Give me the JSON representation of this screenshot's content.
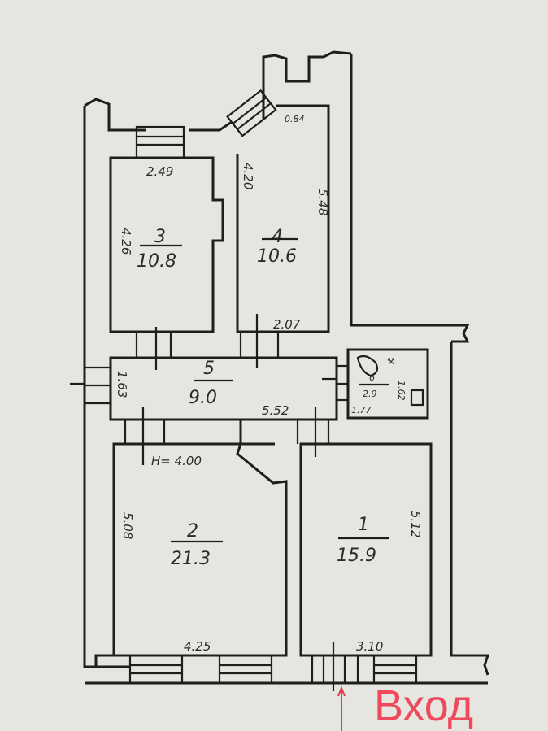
{
  "plan": {
    "ceiling_height": "H= 4.00",
    "rooms": [
      {
        "id": "1",
        "number": "1",
        "area": "15.9",
        "dims": {
          "width": "3.10",
          "length": "5.12"
        }
      },
      {
        "id": "2",
        "number": "2",
        "area": "21.3",
        "dims": {
          "width": "4.25",
          "length": "5.08"
        }
      },
      {
        "id": "3",
        "number": "3",
        "area": "10.8",
        "dims": {
          "width": "2.49",
          "length": "4.26"
        }
      },
      {
        "id": "4",
        "number": "4",
        "area": "10.6",
        "dims": {
          "width": "2.07",
          "length_left": "4.20",
          "length_right": "5.48",
          "corner": "0.84"
        }
      },
      {
        "id": "5",
        "number": "5",
        "area": "9.0",
        "dims": {
          "width": "5.52",
          "length": "1.63"
        }
      },
      {
        "id": "6",
        "number": "6",
        "area": "2.9",
        "dims": {
          "width": "1.77",
          "length": "1.62"
        }
      }
    ],
    "entrance_label": "Вход",
    "colors": {
      "background": "#e6e5e0",
      "lines": "#1e1e1e",
      "entrance": "#ef4a5c"
    }
  }
}
